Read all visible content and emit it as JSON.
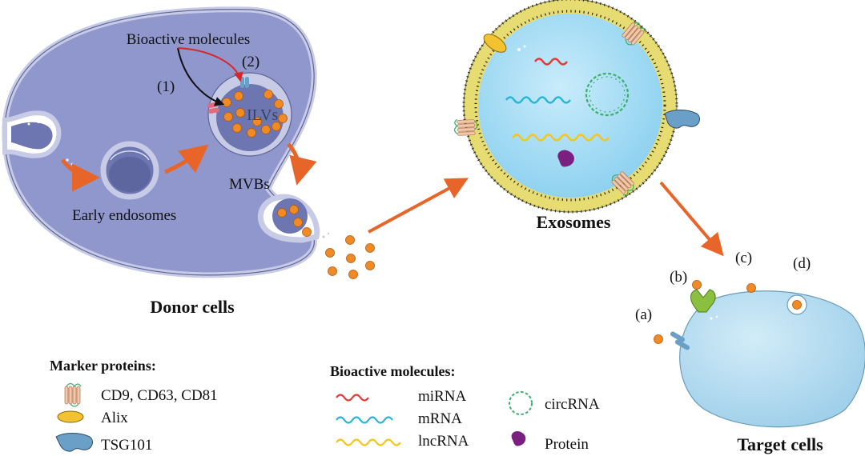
{
  "donor": {
    "bioactive_label": "Bioactive molecules",
    "path1_label": "(1)",
    "path2_label": "(2)",
    "ilv_label": "ILVs",
    "mvb_label": "MVBs",
    "early_endosome_label": "Early endosomes",
    "title": "Donor cells"
  },
  "exosome": {
    "title": "Exosomes"
  },
  "target": {
    "title": "Target cells",
    "route_a": "(a)",
    "route_b": "(b)",
    "route_c": "(c)",
    "route_d": "(d)"
  },
  "legend_markers": {
    "heading": "Marker proteins:",
    "cd_label": "CD9, CD63, CD81",
    "alix_label": "Alix",
    "tsg_label": "TSG101"
  },
  "legend_molecules": {
    "heading": "Bioactive molecules:",
    "mirna_label": "miRNA",
    "mrna_label": "mRNA",
    "lncrna_label": "lncRNA",
    "circrna_label": "circRNA",
    "protein_label": "Protein"
  },
  "colors": {
    "cell_fill": "#8f97cc",
    "cell_rim": "#c7cbe6",
    "vesicle_dot": "#f08a24",
    "arrow": "#e8652a",
    "exosome_fill": "#a9def4",
    "bilayer": "#e7dc72",
    "mirna": "#e53935",
    "mrna": "#29b6d6",
    "lncrna": "#f5c518",
    "circrna": "#3bb06b",
    "protein": "#7b1f80",
    "alix": "#f2c230",
    "tsg101": "#6aa0c8",
    "target_fill": "#b4dcf0"
  }
}
